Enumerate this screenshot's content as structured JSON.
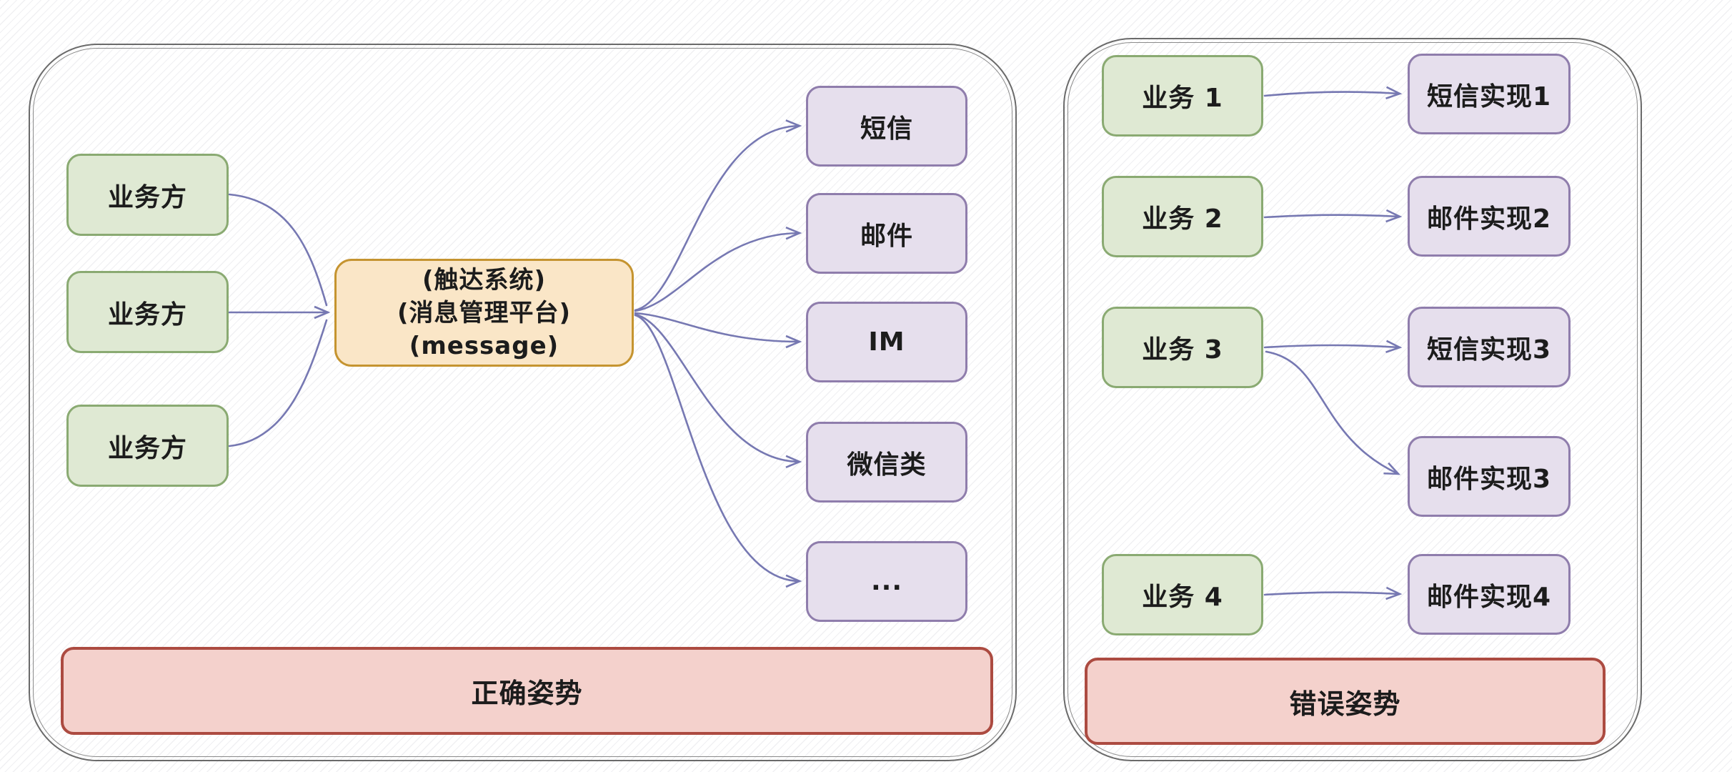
{
  "diagram": {
    "left_panel": {
      "sources": [
        "业务方",
        "业务方",
        "业务方"
      ],
      "hub_lines": [
        "(触达系统)",
        "(消息管理平台)",
        "(message)"
      ],
      "channels": [
        "短信",
        "邮件",
        "IM",
        "微信类",
        "..."
      ],
      "footer": "正确姿势"
    },
    "right_panel": {
      "businesses": [
        "业务 1",
        "业务 2",
        "业务 3",
        "业务 4"
      ],
      "implementations": [
        "短信实现1",
        "邮件实现2",
        "短信实现3",
        "邮件实现3",
        "邮件实现4"
      ],
      "connections": [
        {
          "from": "业务 1",
          "to": "短信实现1"
        },
        {
          "from": "业务 2",
          "to": "邮件实现2"
        },
        {
          "from": "业务 3",
          "to": "短信实现3"
        },
        {
          "from": "业务 3",
          "to": "邮件实现3"
        },
        {
          "from": "业务 4",
          "to": "邮件实现4"
        }
      ],
      "footer": "错误姿势"
    },
    "colors": {
      "source_fill": "#dfe9d3",
      "source_border": "#8aaa72",
      "hub_fill": "#fae6c7",
      "hub_border": "#c59430",
      "channel_fill": "#e6dfed",
      "channel_border": "#8f7dac",
      "banner_fill": "#f4d1cc",
      "banner_border": "#ac4b41",
      "arrow": "#7678b2",
      "panel_border": "#6a6a6a"
    }
  }
}
